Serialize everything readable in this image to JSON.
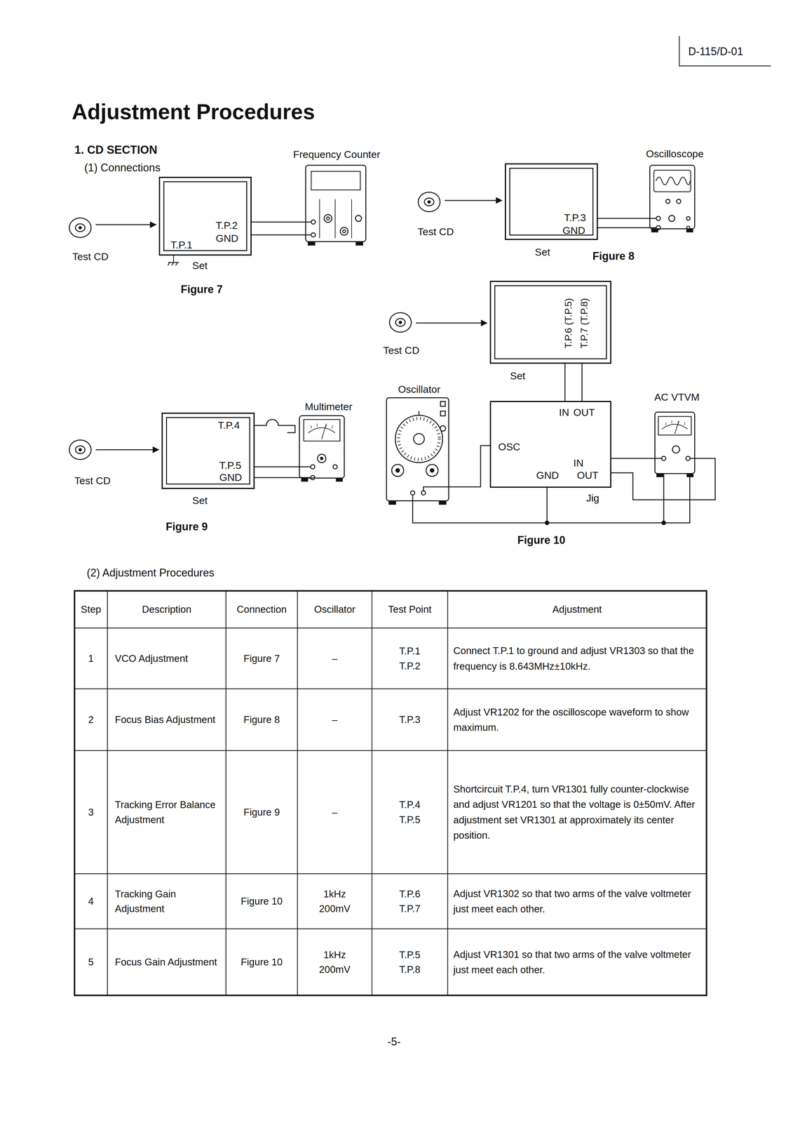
{
  "diagram": {
    "title": "Adjustment Procedures",
    "nodes": [
      {
        "text": [
          "Set",
          "T.P.1",
          "T.P.2",
          "GND"
        ]
      },
      {
        "text": [
          "Frequency Counter"
        ]
      },
      {
        "text": [
          "Test CD"
        ]
      },
      {
        "text": [
          "Test CD"
        ]
      },
      {
        "text": [
          "Set",
          "T.P.3",
          "GND"
        ]
      },
      {
        "text": [
          "Oscilloscope"
        ]
      },
      {
        "text": [
          "Test CD"
        ]
      },
      {
        "text": [
          "Set",
          "T.P.4",
          "T.P.5",
          "GND"
        ]
      },
      {
        "text": [
          "Multimeter"
        ]
      },
      {
        "text": [
          "Test CD"
        ]
      },
      {
        "text": [
          "Set",
          "T.P.6 (T.P.5)",
          "T.P.7 (T.P.8)"
        ]
      },
      {
        "text": [
          "Oscillator"
        ]
      },
      {
        "text": [
          "IN",
          "OUT",
          "OSC",
          "IN",
          "GND",
          "OUT",
          "Jig"
        ]
      },
      {
        "text": [
          "AC VTVM"
        ]
      }
    ],
    "edges": [
      {
        "from": 2,
        "to": 0,
        "arrow": "to"
      },
      {
        "from": 0,
        "to": 1,
        "arrow": "none"
      },
      {
        "from": 3,
        "to": 4,
        "arrow": "to"
      },
      {
        "from": 4,
        "to": 5,
        "arrow": "none"
      },
      {
        "from": 6,
        "to": 7,
        "arrow": "to"
      },
      {
        "from": 7,
        "to": 8,
        "arrow": "none"
      },
      {
        "from": 9,
        "to": 10,
        "arrow": "to"
      },
      {
        "from": 10,
        "to": 12,
        "arrow": "none"
      },
      {
        "from": 12,
        "to": 11,
        "arrow": "none"
      },
      {
        "from": 12,
        "to": 13,
        "arrow": "none"
      }
    ],
    "labels": [
      "D-115/D-01",
      "1. CD SECTION",
      "(1) Connections",
      "Figure 7",
      "Figure 8",
      "Figure 9",
      "Figure 10",
      "(2) Adjustment Procedures",
      "Step",
      "Description",
      "Connection",
      "Oscillator",
      "Test Point",
      "Adjustment",
      "1",
      "VCO Adjustment",
      "Figure 7",
      "–",
      "T.P.1 T.P.2",
      "Connect T.P.1 to ground and adjust VR1303 so that the frequency is 8.643MHz±10kHz.",
      "2",
      "Focus Bias Adjustment",
      "Figure 8",
      "–",
      "T.P.3",
      "Adjust VR1202 for the oscilloscope waveform to show maximum.",
      "3",
      "Tracking Error Balance Adjustment",
      "Figure 9",
      "–",
      "T.P.4 T.P.5",
      "Shortcircuit T.P.4, turn VR1301 fully counter-clockwise and adjust VR1201 so that the voltage is 0±50mV. After adjustment set VR1301 at approximately its center position.",
      "4",
      "Tracking Gain Adjustment",
      "Figure 10",
      "1kHz 200mV",
      "T.P.6 T.P.7",
      "Adjust VR1302 so that two arms of the valve voltmeter just meet each other.",
      "5",
      "Focus Gain Adjustment",
      "Figure 10",
      "1kHz 200mV",
      "T.P.5 T.P.8",
      "Adjust VR1301 so that two arms of the valve voltmeter just meet each other.",
      "-5-"
    ]
  }
}
